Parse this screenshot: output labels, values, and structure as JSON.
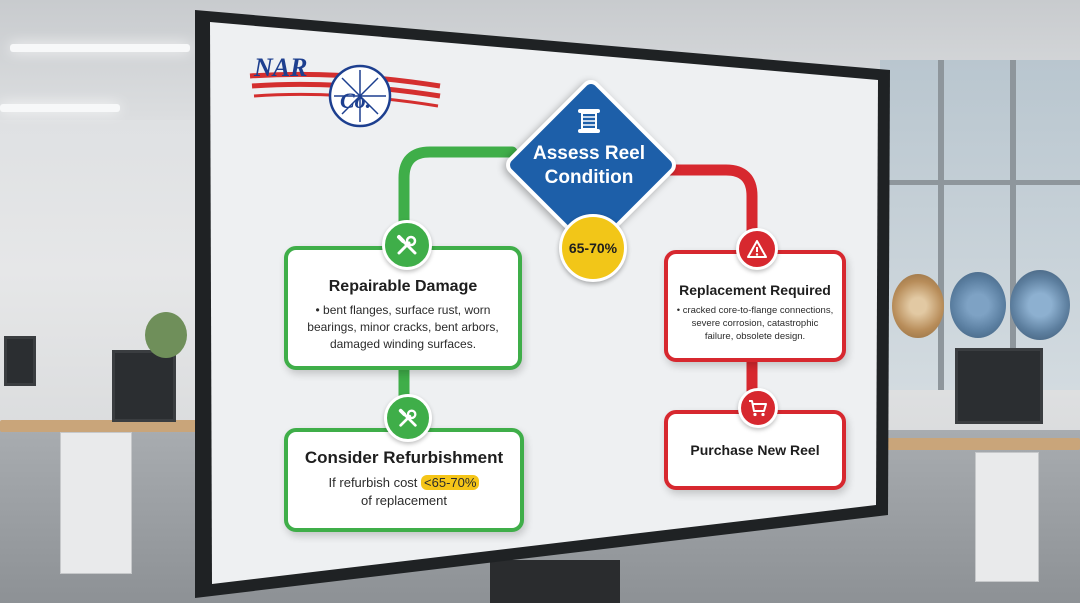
{
  "logo": {
    "text": "NAR Co."
  },
  "diagram": {
    "start_node": {
      "label_line1": "Assess Reel",
      "label_line2": "Condition",
      "icon": "spool-icon"
    },
    "threshold_badge": "65-70%",
    "left_branch": {
      "color": "#3fae49",
      "repairable": {
        "title": "Repairable Damage",
        "body_line1": "• bent flanges, surface rust, worn",
        "body_line2": "bearings, minor cracks, bent arbors,",
        "body_line3": "damaged winding surfaces.",
        "icon": "wrench-screwdriver-icon"
      },
      "refurbish": {
        "title": "Consider Refurbishment",
        "body_prefix": "If refurbish cost",
        "body_highlight": "<65-70%",
        "body_line2": "of replacement",
        "icon": "wrench-screwdriver-icon"
      }
    },
    "right_branch": {
      "color": "#d7282f",
      "replacement": {
        "title": "Replacement Required",
        "body_line1": "• cracked core-to-flange connections,",
        "body_line2": "severe corrosion, catastrophic",
        "body_line3": "failure, obsolete design.",
        "icon": "warning-icon"
      },
      "purchase": {
        "title": "Purchase New Reel",
        "icon": "cart-icon"
      }
    }
  }
}
